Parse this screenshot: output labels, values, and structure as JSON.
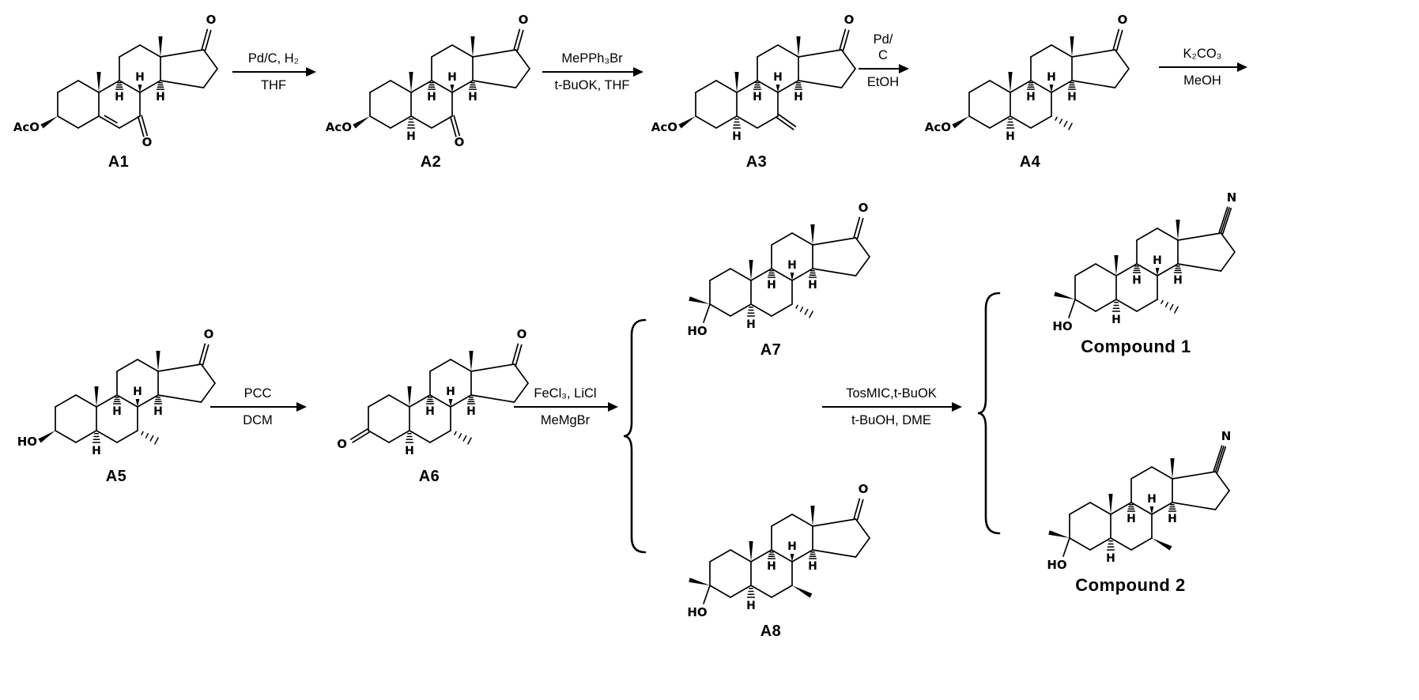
{
  "scheme": {
    "atom_labels": {
      "oxygen": "O",
      "nitrogen": "N",
      "hydrogen": "H"
    },
    "structures": [
      {
        "label": "A1",
        "c3": "ester-wedge",
        "c3_label": "AcO",
        "delta5": true,
        "c5_h": false,
        "c7": "ketone",
        "c17": "ketone"
      },
      {
        "label": "A2",
        "c3": "ester-wedge",
        "c3_label": "AcO",
        "delta5": false,
        "c5_h": true,
        "c7": "ketone",
        "c17": "ketone"
      },
      {
        "label": "A3",
        "c3": "ester-wedge",
        "c3_label": "AcO",
        "delta5": false,
        "c5_h": true,
        "c7": "methylene",
        "c17": "ketone"
      },
      {
        "label": "A4",
        "c3": "ester-wedge",
        "c3_label": "AcO",
        "delta5": false,
        "c5_h": true,
        "c7": "methyl-hash",
        "c17": "ketone"
      },
      {
        "label": "A5",
        "c3": "ester-wedge",
        "c3_label": "HO",
        "delta5": false,
        "c5_h": true,
        "c7": "methyl-hash",
        "c17": "ketone"
      },
      {
        "label": "A6",
        "c3": "ketone",
        "c3_label": "O",
        "delta5": false,
        "c5_h": true,
        "c7": "methyl-hash",
        "c17": "ketone"
      },
      {
        "label": "A7",
        "c3": "hydroxy-methyl",
        "c3_label": "HO",
        "delta5": false,
        "c5_h": true,
        "c7": "methyl-hash",
        "c17": "ketone"
      },
      {
        "label": "A8",
        "c3": "hydroxy-methyl",
        "c3_label": "HO",
        "delta5": false,
        "c5_h": true,
        "c7": "methyl-wedge",
        "c17": "ketone"
      },
      {
        "label": "Compound 1",
        "c3": "hydroxy-methyl",
        "c3_label": "HO",
        "delta5": false,
        "c5_h": true,
        "c7": "methyl-hash",
        "c17": "nitrile"
      },
      {
        "label": "Compound 2",
        "c3": "hydroxy-methyl",
        "c3_label": "HO",
        "delta5": false,
        "c5_h": true,
        "c7": "methyl-wedge",
        "c17": "nitrile"
      }
    ],
    "arrows": [
      {
        "above": [
          "Pd/C, H₂"
        ],
        "below": [
          "THF"
        ]
      },
      {
        "above": [
          "MePPh₃Br"
        ],
        "below": [
          "t-BuOK, THF"
        ]
      },
      {
        "above": [
          "Pd/",
          "C"
        ],
        "below": [
          "EtOH"
        ]
      },
      {
        "above": [
          "K₂CO₃"
        ],
        "below": [
          "MeOH"
        ]
      },
      {
        "above": [
          "PCC"
        ],
        "below": [
          "DCM"
        ]
      },
      {
        "above": [
          "FeCl₃, LiCl"
        ],
        "below": [
          "MeMgBr"
        ]
      },
      {
        "above": [
          "TosMIC,t-BuOK"
        ],
        "below": [
          "t-BuOH, DME"
        ]
      }
    ]
  }
}
